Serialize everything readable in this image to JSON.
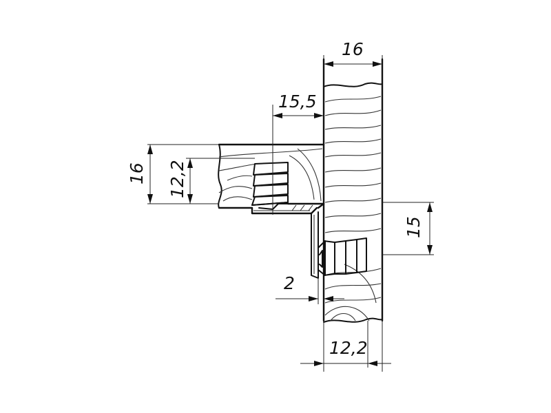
{
  "dimensions": {
    "top_width": "16",
    "dowel_inset": "15,5",
    "shelf_thickness": "16",
    "dowel_depth": "12,2",
    "bracket_offset": "15",
    "plate_thickness": "2",
    "bottom_width": "12,2"
  }
}
